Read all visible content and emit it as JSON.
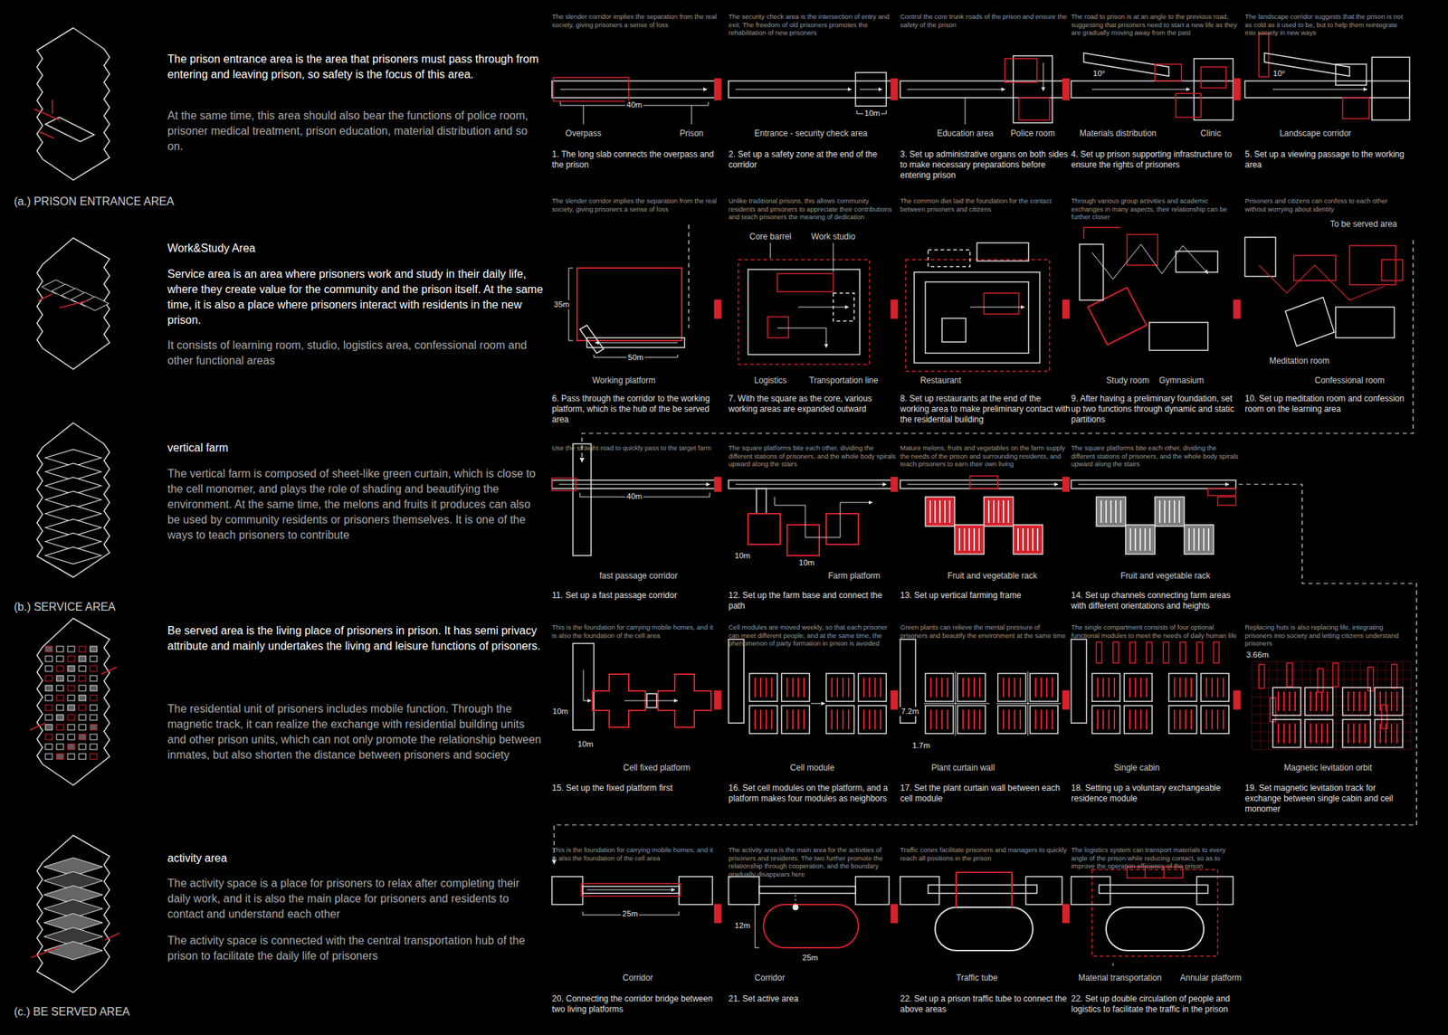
{
  "diagram": {
    "labels": [
      "The prison entrance area is the area that prisoners must pass through from entering and leaving prison, so safety is the focus of this area.",
      "At the same time, this area should also bear the functions of police room, prisoner medical treatment, prison education, material distribution and so on.",
      "(a.) PRISON ENTRANCE AREA",
      "Work&Study Area",
      "Service area is an area where prisoners work and study in their daily life, where they create value for the community and the prison itself. At the same time, it is also a place where prisoners interact with residents in the new prison.",
      "It consists of learning room, studio, logistics area, confessional room and other functional areas",
      "vertical farm",
      "The vertical farm is composed of sheet-like green curtain, which is close to the cell monomer, and plays the role of shading and beautifying the environment. At the same time, the melons and fruits it produces can also be used by community residents or prisoners themselves. It is one of the ways to teach prisoners to contribute",
      "(b.) SERVICE AREA",
      "Be served area is the living place of prisoners in prison. It has semi privacy attribute and mainly undertakes the living and leisure functions of prisoners.",
      "The residential unit of prisoners includes mobile function. Through the magnetic track, it can realize the exchange with residential building units and other prison units, which can not only promote the relationship between inmates, but also shorten the distance between prisoners and society",
      "activity area",
      "The activity space is a place for prisoners to relax after completing their daily work, and it is also the main place for prisoners and residents to contact and understand each other",
      "The activity space is connected with the central transportation hub of the prison to facilitate the daily life of prisoners",
      "(c.) BE SERVED AREA",
      "The slender corridor implies the separation from the real society, giving prisoners a sense of loss",
      "40m",
      "Overpass",
      "Prison",
      "1. The long slab connects the overpass and the prison",
      "The security check area is the intersection of entry and exit. The freedom of old prisoners promotes the rehabilitation of new prisoners",
      "10m",
      "Entrance - security check area",
      "2. Set up a safety zone at the end of the corridor",
      "Control the core trunk roads of the prison and ensure the safety of the prison",
      "Education area",
      "Police room",
      "3. Set up administrative organs on both sides to make necessary preparations before entering prison",
      "The road to prison is at an angle to the previous road, suggesting that prisoners need to start a new life as they are gradually moving away from the past",
      "10°",
      "Materials distribution",
      "Clinic",
      "4. Set up prison supporting infrastructure to ensure the rights of prisoners",
      "The landscape corridor suggests that the prison is not as cold as it used to be, but to help them reintegrate into society in new ways",
      "10°",
      "Landscape corridor",
      "5. Set up a viewing passage to the working area",
      "The slender corridor implies the separation from the real society, giving prisoners a sense of loss",
      "35m",
      "50m",
      "Working platform",
      "6. Pass through the corridor to the working platform, which is the hub of the be served area",
      "Unlike traditional prisons, this allows community residents and prisoners to appreciate their contributions and teach prisoners the meaning of dedication",
      "Core barrel",
      "Work studio",
      "Logistics",
      "Transportation line",
      "7. With the square as the core, various working areas are expanded outward",
      "The common diet laid the foundation for the contact between prisoners and citizens",
      "Restaurant",
      "8. Set up restaurants at the end of the working area to make preliminary contact with the residential building",
      "Through various group activities and academic exchanges in many aspects, their relationship can be further closer",
      "Study room",
      "Gymnasium",
      "9. After having a preliminary foundation, set up two functions through dynamic and static partitions",
      "Prisoners and citizens can confess to each other without worrying about identity",
      "To be served area",
      "Meditation room",
      "Confessional room",
      "10. Set up meditation room and confession room on the learning area",
      "Use the straight road to quickly pass to the target farm",
      "40m",
      "fast passage corridor",
      "11. Set up a fast passage corridor",
      "The square platforms bite each other, dividing the different stations of prisoners, and the whole body spirals upward along the stairs",
      "10m",
      "10m",
      "Farm platform",
      "12. Set up the farm base and connect the path",
      "Mature melons, fruits and vegetables on the farm supply the needs of the prison and surrounding residents, and teach prisoners to earn their own living",
      "Fruit and vegetable rack",
      "13. Set up vertical farming frame",
      "The square platforms bite each other, dividing the different stations of prisoners, and the whole body spirals upward along the stairs",
      "Fruit and vegetable rack",
      "14. Set up channels connecting farm areas with different orientations and heights",
      "This is the foundation for carrying mobile homes, and it is also the foundation of the cell area",
      "10m",
      "10m",
      "Cell fixed platform",
      "15. Set up the fixed platform first",
      "Cell modules are moved weekly, so that each prisoner can meet different people, and at the same time, the phenomenon of party formation in prison is avoided",
      "Cell module",
      "16. Set cell modules on the platform, and a platform makes four modules as neighbors",
      "Green plants can relieve the mental pressure of prisoners and beautify the environment at the same time",
      "7.2m",
      "1.7m",
      "Plant curtain wall",
      "17. Set the plant curtain wall between each cell module",
      "The single compartment consists of four optional functional modules to meet the needs of daily human life",
      "Single cabin",
      "18. Setting up a voluntary exchangeable residence module",
      "Replacing huts is also replacing life, integrating prisoners into society and letting citizens understand prisoners",
      "3.66m",
      "Magnetic levitation orbit",
      "19. Set magnetic levitation track for exchange between single cabin and ceil monomer",
      "This is the foundation for carrying mobile homes, and it is also the foundation of the cell area",
      "25m",
      "Corridor",
      "20. Connecting the corridor bridge between two living platforms",
      "The activity area is the main area for the activities of prisoners and residents. The two further promote the relationship through cooperation, and the boundary gradually disappears here",
      "12m",
      "25m",
      "Corridor",
      "21. Set active area",
      "Traffic cones facilitate prisoners and managers to quickly reach all positions in the prison",
      "Traffic tube",
      "22. Set up a prison traffic tube to connect the above areas",
      "The logistics system can transport materials to every angle of the prison while reducing contact, so as to improve the operation efficiency of the prison",
      "Material transportation",
      "Annular platform",
      "22. Set up double circulation of people and logistics to facilitate the traffic in the prison"
    ]
  }
}
